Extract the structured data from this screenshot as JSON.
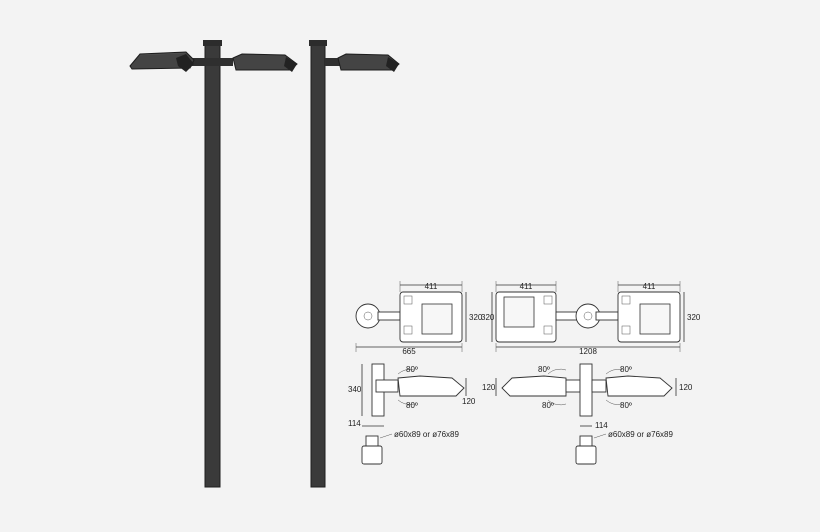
{
  "dimensions": {
    "width_411": "411",
    "height_320": "320",
    "overall_665": "665",
    "overall_1208": "1208",
    "bracket_340": "340",
    "bracket_114": "114",
    "fixture_120": "120",
    "tilt_80": "80º",
    "spigot": "ø60x89 or ø76x89"
  }
}
